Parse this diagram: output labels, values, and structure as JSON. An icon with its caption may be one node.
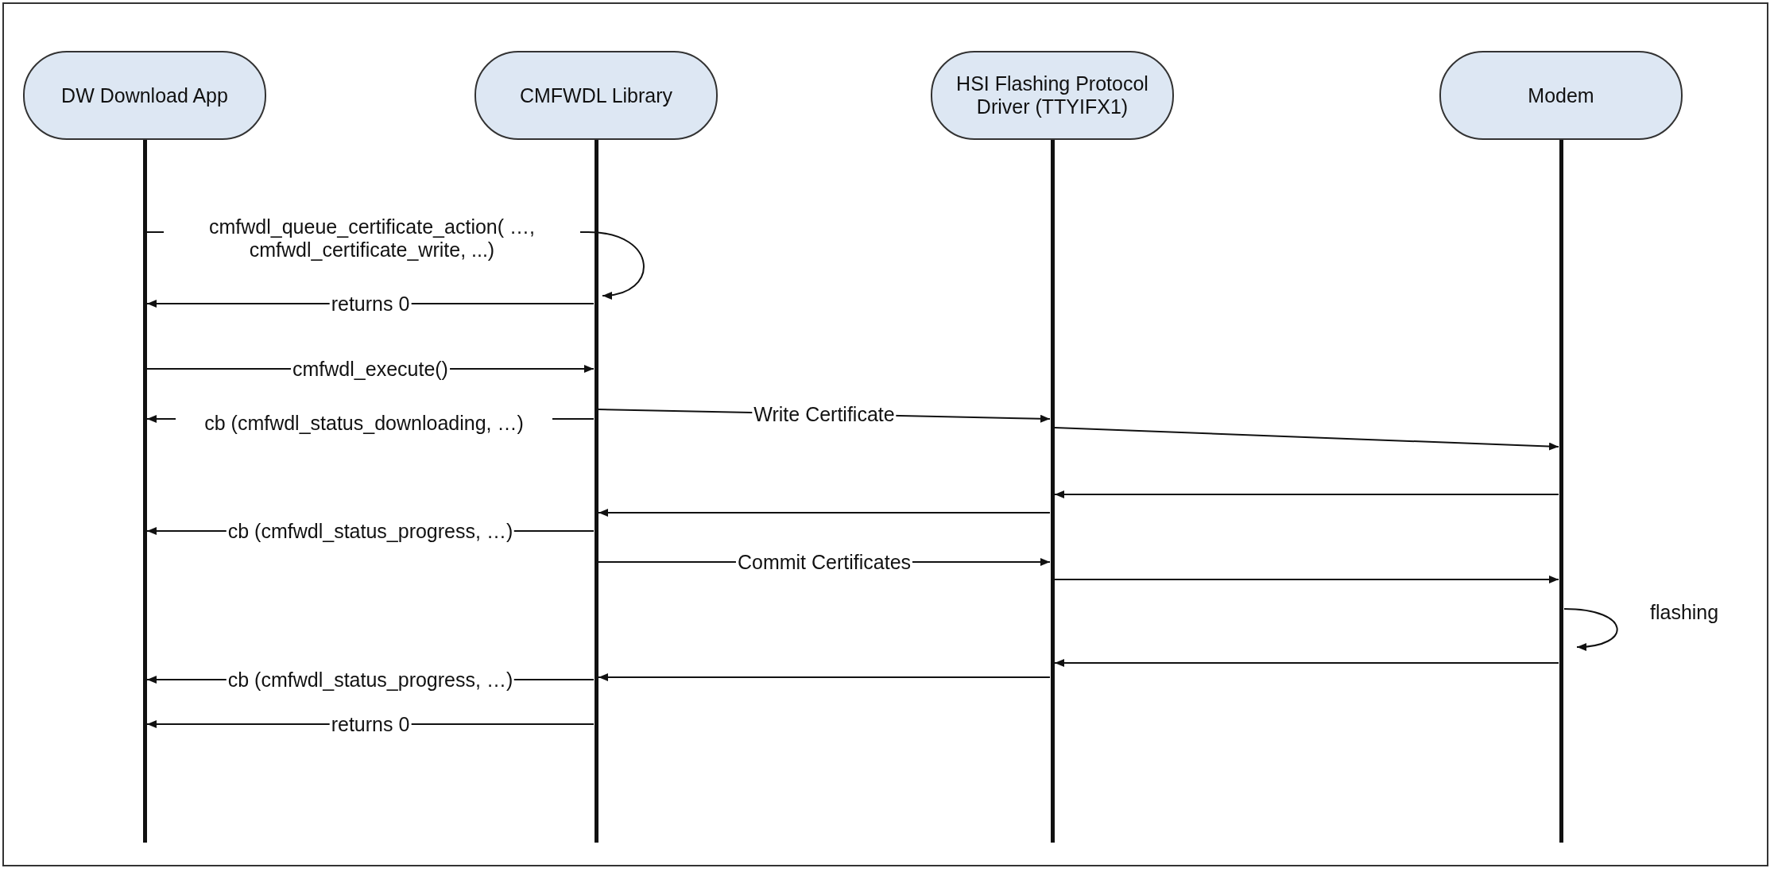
{
  "diagram": {
    "nodes": [
      {
        "text": [
          "DW Download App"
        ]
      },
      {
        "text": [
          "CMFWDL Library"
        ]
      },
      {
        "text": [
          "HSI Flashing Protocol Driver (TTYIFX1)"
        ]
      },
      {
        "text": [
          "Modem"
        ]
      }
    ],
    "edges": [
      {
        "from": 0,
        "to": 1,
        "arrow": "to",
        "label": "cmfwdl_queue_certificate_action( …, cmfwdl_certificate_write, ...)"
      },
      {
        "from": 1,
        "to": 0,
        "arrow": "to",
        "label": "returns 0"
      },
      {
        "from": 0,
        "to": 1,
        "arrow": "to",
        "label": "cmfwdl_execute()"
      },
      {
        "from": 1,
        "to": 0,
        "arrow": "to",
        "label": "cb (cmfwdl_status_downloading, …)"
      },
      {
        "from": 1,
        "to": 2,
        "arrow": "to",
        "label": "Write Certificate"
      },
      {
        "from": 2,
        "to": 3,
        "arrow": "to"
      },
      {
        "from": 3,
        "to": 2,
        "arrow": "to"
      },
      {
        "from": 2,
        "to": 1,
        "arrow": "to"
      },
      {
        "from": 1,
        "to": 0,
        "arrow": "to",
        "label": "cb (cmfwdl_status_progress, …)"
      },
      {
        "from": 1,
        "to": 2,
        "arrow": "to",
        "label": "Commit Certificates"
      },
      {
        "from": 2,
        "to": 3,
        "arrow": "to"
      },
      {
        "from": 3,
        "to": 3,
        "arrow": "to",
        "label": "flashing"
      },
      {
        "from": 3,
        "to": 2,
        "arrow": "to"
      },
      {
        "from": 2,
        "to": 1,
        "arrow": "to"
      },
      {
        "from": 1,
        "to": 0,
        "arrow": "to",
        "label": "cb (cmfwdl_status_progress, …)"
      },
      {
        "from": 1,
        "to": 0,
        "arrow": "to",
        "label": "returns 0"
      }
    ]
  }
}
